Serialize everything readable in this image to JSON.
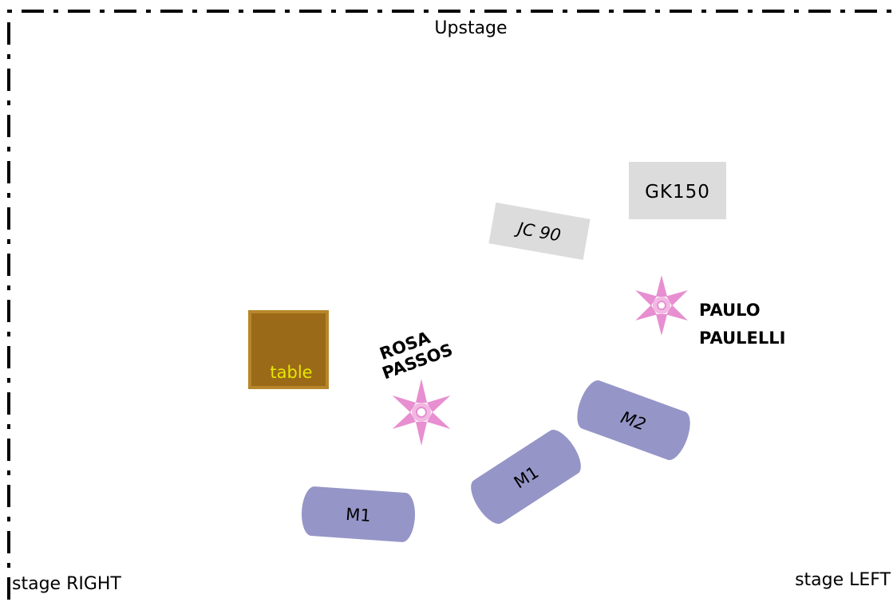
{
  "stage": {
    "upstage_label": "Upstage",
    "stage_right_label": "stage RIGHT",
    "stage_left_label": "stage LEFT"
  },
  "items": {
    "table_label": "table",
    "gk150_label": "GK150",
    "jc90_label": "JC 90",
    "performer_rosa": [
      "ROSA",
      "PASSOS"
    ],
    "performer_paulo": [
      "PAULO",
      "PAULELLI"
    ],
    "monitor_1a_label": "M1",
    "monitor_1b_label": "M1",
    "monitor_2_label": "M2"
  },
  "colors": {
    "table_fill": "#9a6a18",
    "table_border": "#b8862a",
    "table_text": "#e6e600",
    "amp_fill": "#dcdcdc",
    "monitor_fill": "#9595c8",
    "star_fill": "#e78fd0",
    "border": "#000000"
  }
}
